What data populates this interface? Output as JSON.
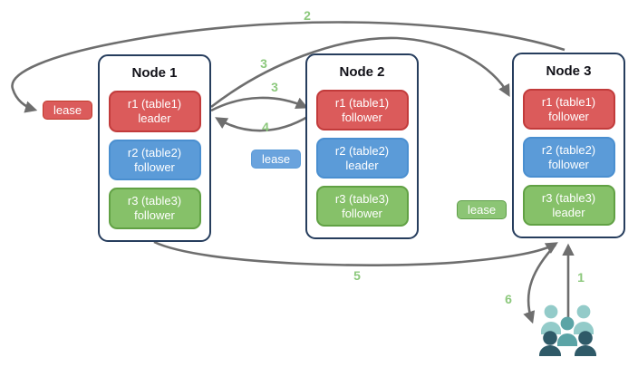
{
  "nodes": [
    {
      "title": "Node 1",
      "replicas": [
        {
          "range": "r1 (table1)",
          "role": "leader",
          "color": "red"
        },
        {
          "range": "r2 (table2)",
          "role": "follower",
          "color": "blue"
        },
        {
          "range": "r3 (table3)",
          "role": "follower",
          "color": "green"
        }
      ]
    },
    {
      "title": "Node 2",
      "replicas": [
        {
          "range": "r1 (table1)",
          "role": "follower",
          "color": "red"
        },
        {
          "range": "r2 (table2)",
          "role": "leader",
          "color": "blue"
        },
        {
          "range": "r3 (table3)",
          "role": "follower",
          "color": "green"
        }
      ]
    },
    {
      "title": "Node 3",
      "replicas": [
        {
          "range": "r1 (table1)",
          "role": "follower",
          "color": "red"
        },
        {
          "range": "r2 (table2)",
          "role": "follower",
          "color": "blue"
        },
        {
          "range": "r3 (table3)",
          "role": "leader",
          "color": "green"
        }
      ]
    }
  ],
  "leases": {
    "red": {
      "label": "lease",
      "color": "#db5b5b"
    },
    "blue": {
      "label": "lease",
      "color": "#6aa3dd"
    },
    "green": {
      "label": "lease",
      "color": "#8cc575"
    }
  },
  "steps": {
    "s1": "1",
    "s2": "2",
    "s3a": "3",
    "s3b": "3",
    "s4": "4",
    "s5": "5",
    "s6": "6"
  },
  "icons": {
    "users": "users-group-icon"
  },
  "colors": {
    "replica_red": "#db5b5b",
    "replica_blue": "#5b9bd8",
    "replica_green": "#86c169",
    "node_border": "#263d5d",
    "arrow": "#6e6e6e",
    "step_label": "#8cc87c",
    "user_light": "#93cbc9",
    "user_medium": "#5ba4a6",
    "user_dark": "#2f5a68"
  }
}
